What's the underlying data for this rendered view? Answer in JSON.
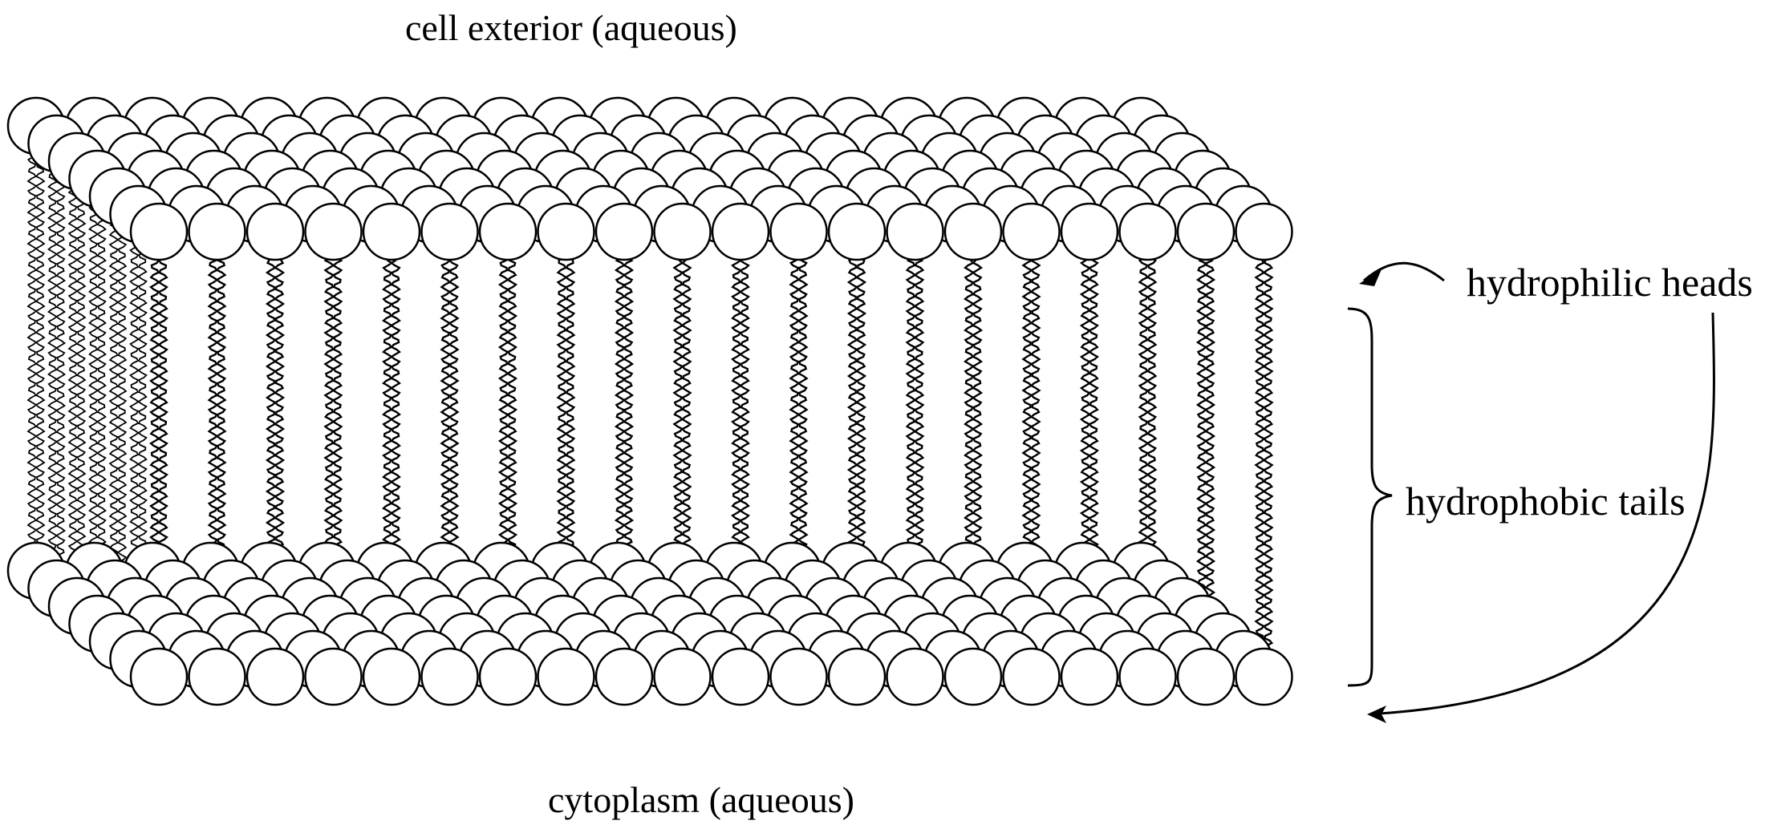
{
  "labels": {
    "top": "cell exterior (aqueous)",
    "bottom": "cytoplasm (aqueous)",
    "heads": "hydrophilic heads",
    "tails": "hydrophobic tails"
  },
  "colors": {
    "stroke": "#000000",
    "head_fill": "#ffffff"
  }
}
